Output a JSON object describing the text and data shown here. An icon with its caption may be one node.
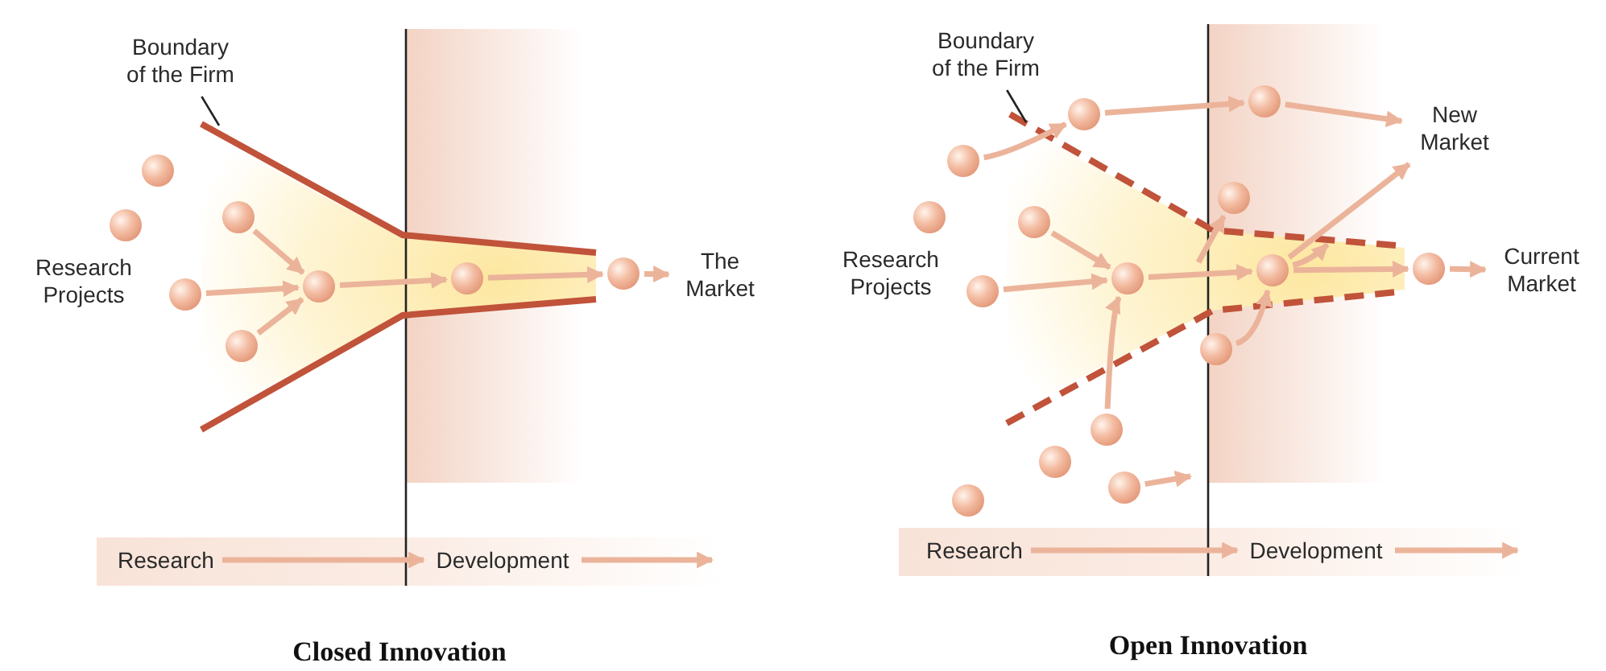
{
  "diagram": {
    "nodes": [
      {
        "text": [
          "Boundary of the Firm"
        ]
      },
      {
        "text": [
          "Research Projects"
        ]
      },
      {
        "text": [
          "The Market"
        ]
      },
      {
        "text": [],
        "shape": "circle"
      },
      {
        "text": [],
        "shape": "circle"
      },
      {
        "text": [],
        "shape": "circle"
      },
      {
        "text": [],
        "shape": "circle"
      },
      {
        "text": [],
        "shape": "circle"
      },
      {
        "text": [],
        "shape": "circle"
      },
      {
        "text": [],
        "shape": "circle"
      },
      {
        "text": [],
        "shape": "circle"
      },
      {
        "text": [
          "Research"
        ]
      },
      {
        "text": [
          "Development"
        ]
      },
      {
        "text": [
          "Boundary of the Firm"
        ]
      },
      {
        "text": [
          "Research Projects"
        ]
      },
      {
        "text": [
          "New Market"
        ]
      },
      {
        "text": [
          "Current Market"
        ]
      },
      {
        "text": [],
        "shape": "circle"
      },
      {
        "text": [],
        "shape": "circle"
      },
      {
        "text": [],
        "shape": "circle"
      },
      {
        "text": [],
        "shape": "circle"
      },
      {
        "text": [],
        "shape": "circle"
      },
      {
        "text": [],
        "shape": "circle"
      },
      {
        "text": [],
        "shape": "circle"
      },
      {
        "text": [],
        "shape": "circle"
      },
      {
        "text": [],
        "shape": "circle"
      },
      {
        "text": [],
        "shape": "circle"
      },
      {
        "text": [],
        "shape": "circle"
      },
      {
        "text": [],
        "shape": "circle"
      },
      {
        "text": [],
        "shape": "circle"
      },
      {
        "text": [],
        "shape": "circle"
      },
      {
        "text": [],
        "shape": "circle"
      },
      {
        "text": [
          "Research"
        ]
      },
      {
        "text": [
          "Development"
        ]
      }
    ],
    "edges": [
      {
        "from": 0,
        "to": null,
        "arrow": "none",
        "color": "#222222"
      },
      {
        "from": 5,
        "to": 7,
        "arrow": "to"
      },
      {
        "from": 6,
        "to": 7,
        "arrow": "to"
      },
      {
        "from": 8,
        "to": 7,
        "arrow": "to"
      },
      {
        "from": 7,
        "to": 9,
        "arrow": "to"
      },
      {
        "from": 9,
        "to": 10,
        "arrow": "to"
      },
      {
        "from": 10,
        "to": 2,
        "arrow": "to"
      },
      {
        "from": 11,
        "to": 12,
        "arrow": "to"
      },
      {
        "from": 12,
        "to": null,
        "arrow": "to"
      },
      {
        "from": 13,
        "to": null,
        "arrow": "none",
        "color": "#222222"
      },
      {
        "from": 18,
        "to": 23,
        "arrow": "to"
      },
      {
        "from": 23,
        "to": 29,
        "arrow": "to"
      },
      {
        "from": 29,
        "to": 15,
        "arrow": "to"
      },
      {
        "from": 21,
        "to": 26,
        "arrow": "to"
      },
      {
        "from": 20,
        "to": 26,
        "arrow": "to"
      },
      {
        "from": 26,
        "to": 30,
        "arrow": "to"
      },
      {
        "from": 30,
        "to": null,
        "arrow": "to"
      },
      {
        "from": 30,
        "to": 15,
        "arrow": "to"
      },
      {
        "from": 30,
        "to": 31,
        "arrow": "to"
      },
      {
        "from": 31,
        "to": 16,
        "arrow": "to"
      },
      {
        "from": 24,
        "to": 26,
        "arrow": "to"
      },
      {
        "from": 27,
        "to": 30,
        "arrow": "to"
      },
      {
        "from": null,
        "to": 28,
        "arrow": "to"
      },
      {
        "from": 25,
        "to": null,
        "arrow": "to"
      },
      {
        "from": 32,
        "to": 33,
        "arrow": "to"
      },
      {
        "from": 33,
        "to": null,
        "arrow": "to"
      }
    ],
    "labels": [
      "Closed Innovation",
      "Open Innovation"
    ]
  }
}
